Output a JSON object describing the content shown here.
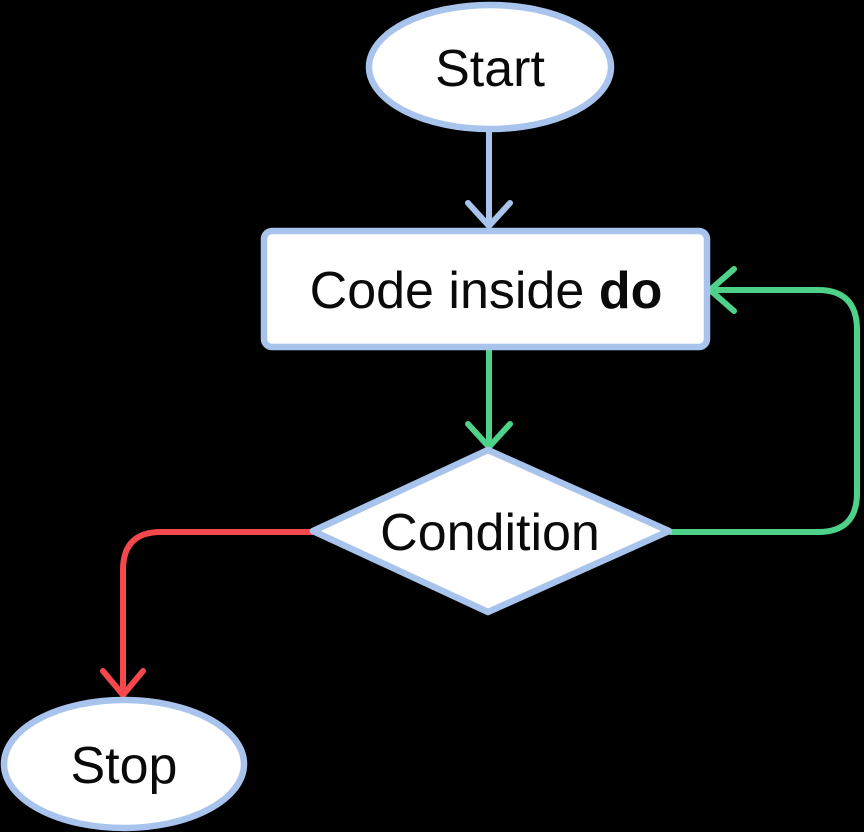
{
  "colors": {
    "background": "#000000",
    "node-fill": "#ffffff",
    "node-stroke": "#a9c4ec",
    "text": "#0a0a0a",
    "edge-blue": "#a9c4ec",
    "edge-green": "#4ed189",
    "edge-red": "#f5474e"
  },
  "nodes": {
    "start": {
      "label": "Start",
      "shape": "ellipse"
    },
    "code": {
      "label_regular": "Code inside",
      "label_bold": "do",
      "shape": "rectangle"
    },
    "condition": {
      "label": "Condition",
      "shape": "diamond"
    },
    "stop": {
      "label": "Stop",
      "shape": "ellipse"
    }
  },
  "edges": [
    {
      "from": "start",
      "to": "code",
      "color": "#a9c4ec",
      "kind": "sequence"
    },
    {
      "from": "code",
      "to": "condition",
      "color": "#4ed189",
      "kind": "sequence"
    },
    {
      "from": "condition",
      "to": "code",
      "color": "#4ed189",
      "kind": "loop-back"
    },
    {
      "from": "condition",
      "to": "stop",
      "color": "#f5474e",
      "kind": "exit"
    }
  ]
}
